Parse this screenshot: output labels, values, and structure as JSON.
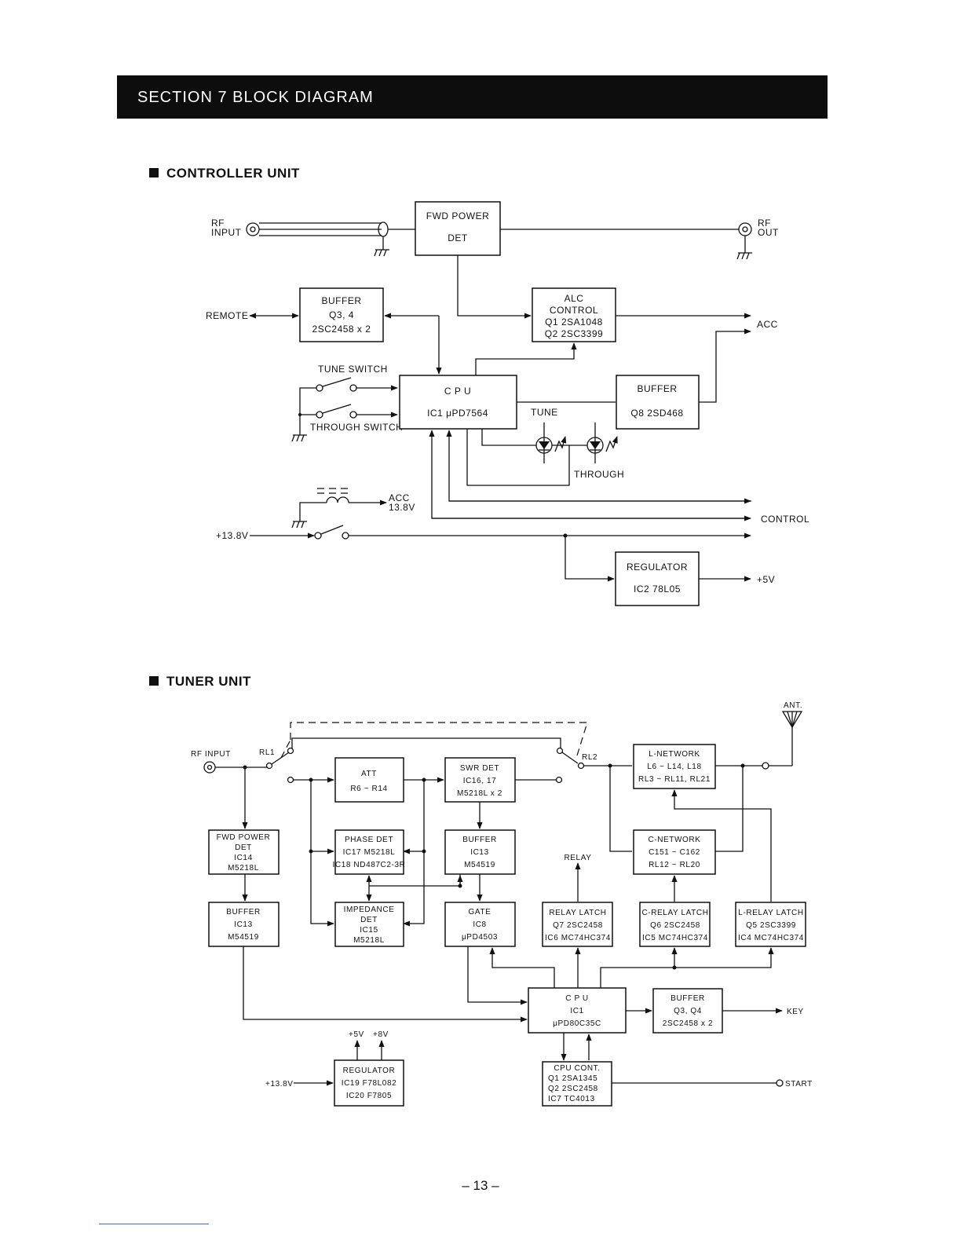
{
  "header": {
    "section_title": "SECTION  7  BLOCK  DIAGRAM"
  },
  "controller": {
    "heading": "CONTROLLER  UNIT",
    "rf_input": [
      "RF",
      "INPUT"
    ],
    "rf_out": [
      "RF",
      "OUT"
    ],
    "fwd_power": [
      "FWD POWER",
      "DET"
    ],
    "buffer1": [
      "BUFFER",
      "Q3, 4",
      "2SC2458 x 2"
    ],
    "remote": "REMOTE",
    "alc": [
      "ALC",
      "CONTROL",
      "Q1  2SA1048",
      "Q2  2SC3399"
    ],
    "acc_out": "ACC",
    "tune_switch": "TUNE SWITCH",
    "through_switch": "THROUGH SWITCH",
    "cpu": [
      "C  P  U",
      "IC1 μPD7564"
    ],
    "tune_label": "TUNE",
    "buffer2": [
      "BUFFER",
      "Q8  2SD468"
    ],
    "through_label": "THROUGH",
    "acc_in": [
      "ACC",
      "13.8V"
    ],
    "control": "CONTROL",
    "v138": "+13.8V",
    "regulator": [
      "REGULATOR",
      "IC2  78L05"
    ],
    "v5": "+5V"
  },
  "tuner": {
    "heading": "TUNER  UNIT",
    "ant": "ANT.",
    "rf_input": "RF  INPUT",
    "rl1": "RL1",
    "rl2": "RL2",
    "att": [
      "ATT",
      "R6 ~ R14"
    ],
    "swr": [
      "SWR  DET",
      "IC16, 17",
      "M5218L x 2"
    ],
    "lnet": [
      "L-NETWORK",
      "L6 ~ L14, L18",
      "RL3 ~ RL11, RL21"
    ],
    "fwd": [
      "FWD  POWER",
      "DET",
      "IC14",
      "M5218L"
    ],
    "phase": [
      "PHASE  DET",
      "IC17  M5218L",
      "IC18  ND487C2-3R"
    ],
    "buffer13": [
      "BUFFER",
      "IC13",
      "M54519"
    ],
    "relay": "RELAY",
    "cnet": [
      "C-NETWORK",
      "C151 ~ C162",
      "RL12 ~ RL20"
    ],
    "buffer_l": [
      "BUFFER",
      "IC13",
      "M54519"
    ],
    "imp": [
      "IMPEDANCE",
      "DET",
      "IC15",
      "M5218L"
    ],
    "gate": [
      "GATE",
      "IC8",
      "μPD4503"
    ],
    "relay_latch": [
      "RELAY  LATCH",
      "Q7  2SC2458",
      "IC6  MC74HC374"
    ],
    "c_relay_latch": [
      "C-RELAY  LATCH",
      "Q6  2SC2458",
      "IC5  MC74HC374"
    ],
    "l_relay_latch": [
      "L-RELAY  LATCH",
      "Q5  2SC3399",
      "IC4  MC74HC374"
    ],
    "cpu": [
      "C P U",
      "IC1",
      "μPD80C35C"
    ],
    "buffer_key": [
      "BUFFER",
      "Q3, Q4",
      "2SC2458 x 2"
    ],
    "key": "KEY",
    "v5": "+5V",
    "v8": "+8V",
    "regulator": [
      "REGULATOR",
      "IC19  F78L082",
      "IC20  F7805"
    ],
    "v138": "+13.8V",
    "cpu_cont": [
      "CPU  CONT.",
      "Q1    2SA1345",
      "Q2    2SC2458",
      "IC7   TC4013"
    ],
    "start": "START"
  },
  "footer": {
    "page_number": "– 13 –"
  }
}
